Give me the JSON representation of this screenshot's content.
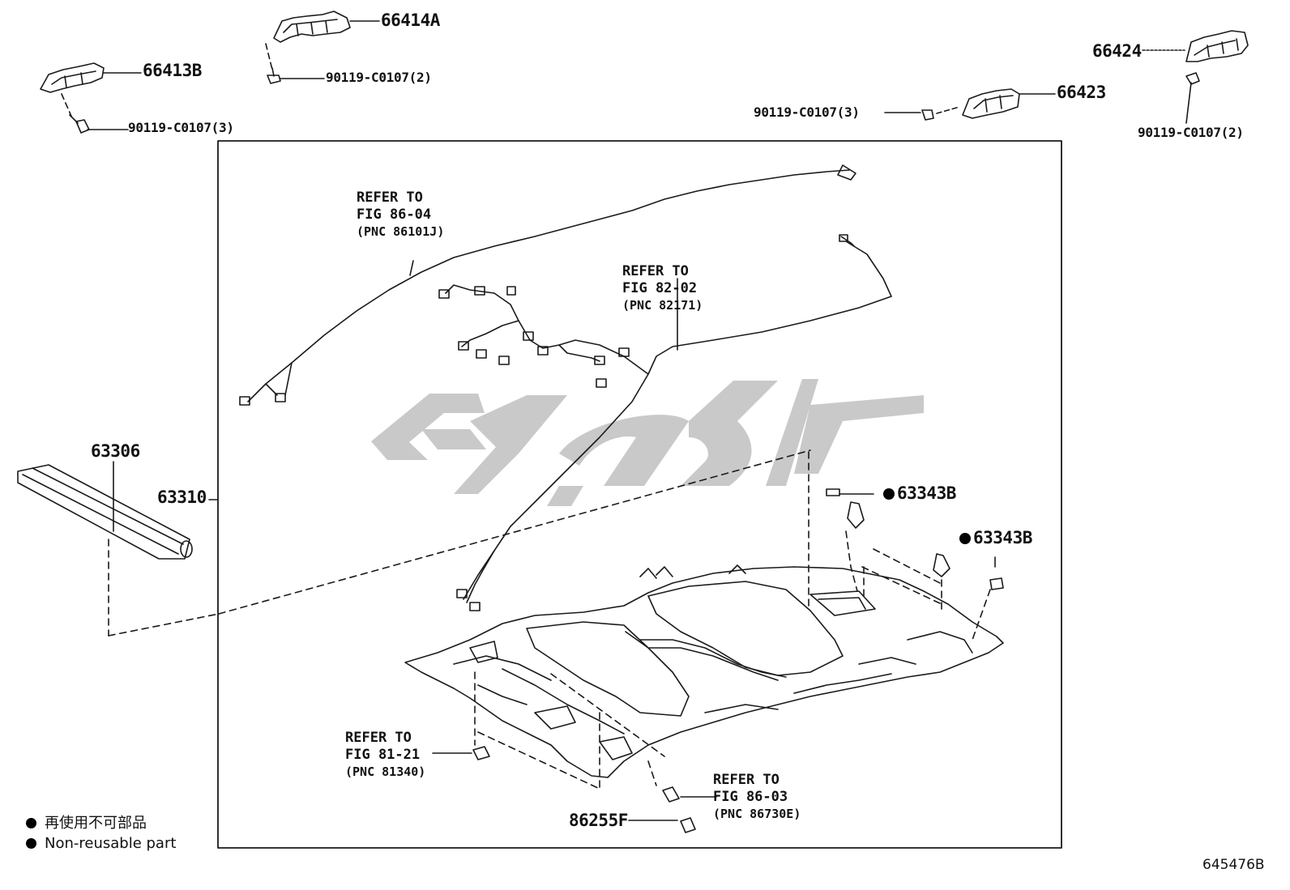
{
  "parts": {
    "p66414A": "66414A",
    "p66413B": "66413B",
    "p66424": "66424",
    "p66423": "66423",
    "screw_a": "90119-C0107(2)",
    "screw_b": "90119-C0107(3)",
    "screw_c": "90119-C0107(3)",
    "screw_d": "90119-C0107(2)",
    "p63306": "63306",
    "p63310": "63310",
    "p63343B_1": "63343B",
    "p63343B_2": "63343B",
    "p86255F": "86255F"
  },
  "references": {
    "ref1": {
      "l1": "REFER TO",
      "l2": "FIG 86-04",
      "l3": "(PNC 86101J)"
    },
    "ref2": {
      "l1": "REFER TO",
      "l2": "FIG 82-02",
      "l3": "(PNC 82171)"
    },
    "ref3": {
      "l1": "REFER TO",
      "l2": "FIG 81-21",
      "l3": "(PNC 81340)"
    },
    "ref4": {
      "l1": "REFER TO",
      "l2": "FIG 86-03",
      "l3": "(PNC 86730E)"
    }
  },
  "legend": {
    "line1": "再使用不可部品",
    "line2": "Non-reusable part"
  },
  "diagram_code": "645476B",
  "colors": {
    "line": "#1a1a1a",
    "watermark": "#c8c8c8",
    "background": "#ffffff"
  }
}
